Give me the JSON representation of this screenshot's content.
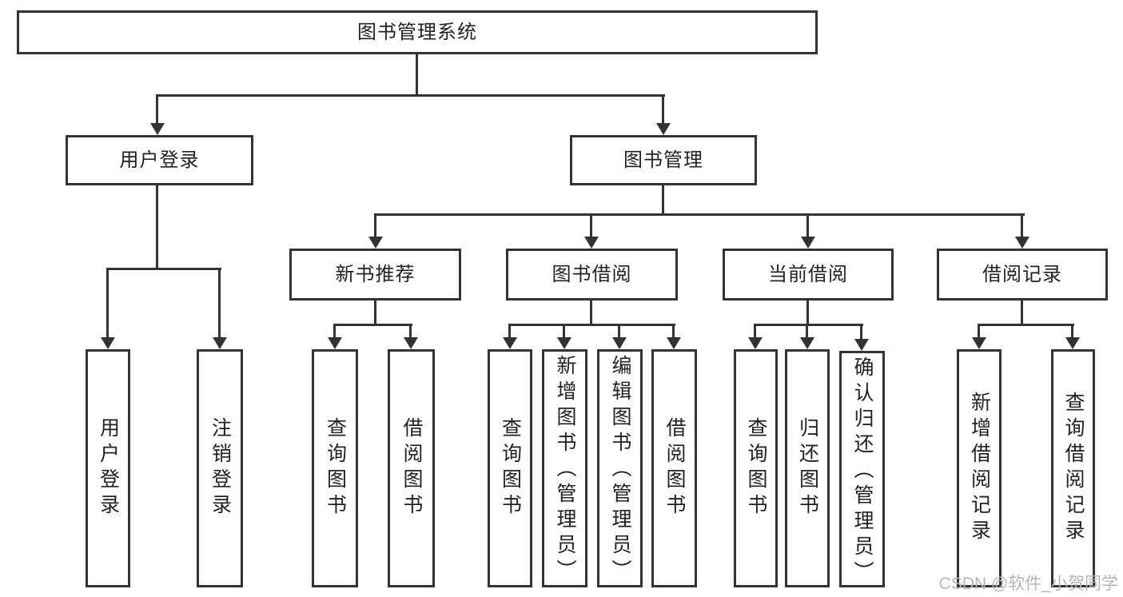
{
  "diagram": {
    "root": {
      "label": "图书管理系统"
    },
    "branches": [
      {
        "label": "用户登录",
        "children": [
          {
            "label": "用户登录"
          },
          {
            "label": "注销登录"
          }
        ]
      },
      {
        "label": "图书管理",
        "children": [
          {
            "label": "新书推荐",
            "children": [
              {
                "label": "查询图书"
              },
              {
                "label": "借阅图书"
              }
            ]
          },
          {
            "label": "图书借阅",
            "children": [
              {
                "label": "查询图书"
              },
              {
                "label": "新增图书（管理员）"
              },
              {
                "label": "编辑图书（管理员）"
              },
              {
                "label": "借阅图书"
              }
            ]
          },
          {
            "label": "当前借阅",
            "children": [
              {
                "label": "查询图书"
              },
              {
                "label": "归还图书"
              },
              {
                "label": "确认归还（管理员）"
              }
            ]
          },
          {
            "label": "借阅记录",
            "children": [
              {
                "label": "新增借阅记录"
              },
              {
                "label": "查询借阅记录"
              }
            ]
          }
        ]
      }
    ]
  },
  "watermark": {
    "text": "CSDN @软件_小贺同学",
    "color": "#b5b5b5"
  },
  "colors": {
    "line": "#333333",
    "text": "#222222",
    "background": "#ffffff"
  }
}
